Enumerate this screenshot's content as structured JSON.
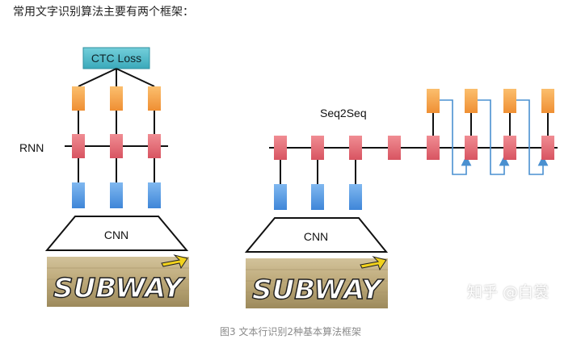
{
  "heading": "常用文字识别算法主要有两个框架：",
  "labels": {
    "ctc_loss": "CTC Loss",
    "rnn": "RNN",
    "seq2seq": "Seq2Seq",
    "cnn_left": "CNN",
    "cnn_right": "CNN",
    "subway_left": "SUBWAY",
    "subway_right": "SUBWAY"
  },
  "caption": "图3 文本行识别2种基本算法框架",
  "watermark": "知乎 @白裳",
  "colors": {
    "rnn_cell": "#e46a72",
    "output_cell": "#f5a04a",
    "input_cell": "#5a9be0",
    "ctc_box": "#4fb9c9",
    "feedback_arrow": "#4a90d0",
    "connector": "#111111"
  }
}
